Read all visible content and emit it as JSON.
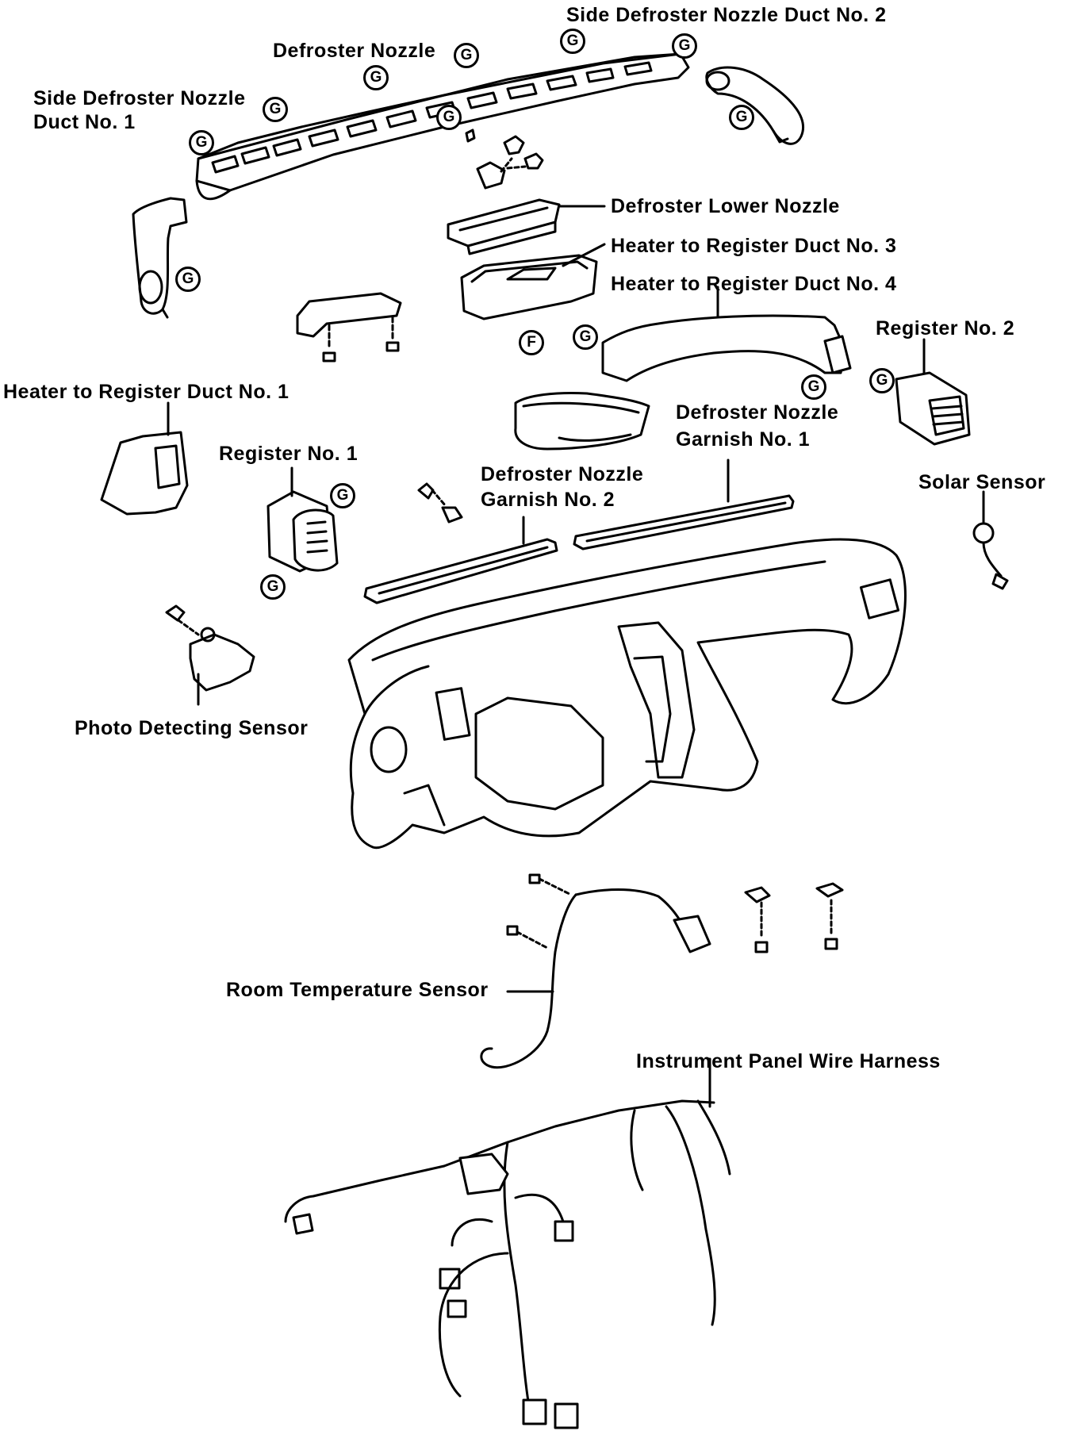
{
  "labels": {
    "side_defroster_nozzle_duct_2": "Side Defroster Nozzle Duct No. 2",
    "defroster_nozzle": "Defroster Nozzle",
    "side_defroster_nozzle_duct_1_line1": "Side Defroster Nozzle",
    "side_defroster_nozzle_duct_1_line2": "Duct No. 1",
    "defroster_lower_nozzle": "Defroster Lower Nozzle",
    "heater_to_register_duct_3": "Heater to Register Duct No. 3",
    "heater_to_register_duct_4": "Heater to Register Duct No. 4",
    "register_2": "Register No. 2",
    "heater_to_register_duct_1": "Heater to Register Duct No. 1",
    "defroster_nozzle_garnish_1_line1": "Defroster Nozzle",
    "defroster_nozzle_garnish_1_line2": "Garnish No. 1",
    "register_1": "Register No. 1",
    "defroster_nozzle_garnish_2_line1": "Defroster Nozzle",
    "defroster_nozzle_garnish_2_line2": "Garnish No. 2",
    "solar_sensor": "Solar Sensor",
    "photo_detecting_sensor": "Photo Detecting Sensor",
    "room_temperature_sensor": "Room Temperature Sensor",
    "instrument_panel_wire_harness": "Instrument Panel Wire Harness"
  },
  "markers": {
    "g": "G",
    "f": "F"
  }
}
